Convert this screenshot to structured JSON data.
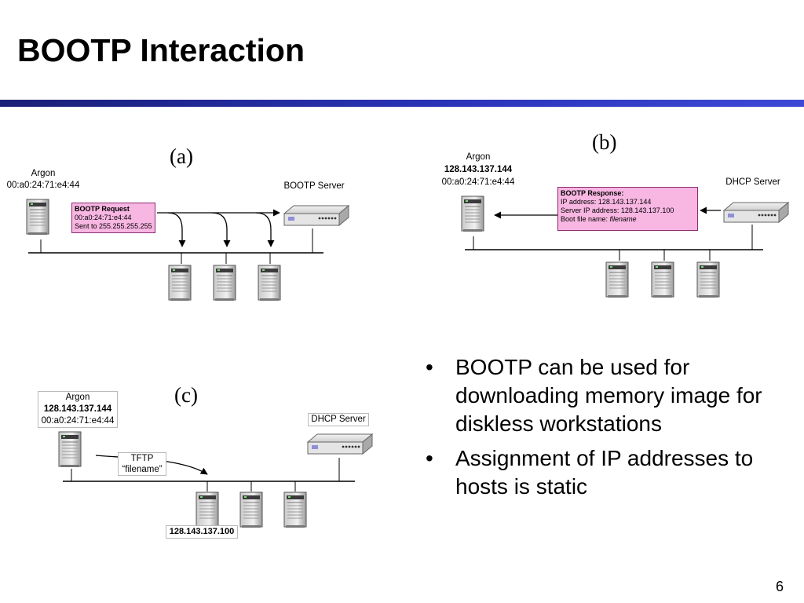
{
  "slide": {
    "title": "BOOTP Interaction",
    "page_number": "6"
  },
  "panel_a": {
    "label": "(a)",
    "client_name": "Argon",
    "client_mac": "00:a0:24:71:e4:44",
    "server_label": "BOOTP Server",
    "message": {
      "title": "BOOTP Request",
      "line1": "00:a0:24:71:e4:44",
      "line2": "Sent to 255.255.255.255"
    }
  },
  "panel_b": {
    "label": "(b)",
    "client_name": "Argon",
    "client_ip": "128.143.137.144",
    "client_mac": "00:a0:24:71:e4:44",
    "server_label": "DHCP Server",
    "message": {
      "title": "BOOTP  Response:",
      "line1": "IP address: 128.143.137.144",
      "line2": "Server IP address: 128.143.137.100",
      "line3_prefix": "Boot file name: ",
      "line3_value": "filename"
    }
  },
  "panel_c": {
    "label": "(c)",
    "client_name": "Argon",
    "client_ip": "128.143.137.144",
    "client_mac": "00:a0:24:71:e4:44",
    "server_label": "DHCP Server",
    "transfer_line1": "TFTP",
    "transfer_line2": "“filename”",
    "host_ip": "128.143.137.100"
  },
  "bullets": [
    "BOOTP can be used for downloading memory image for diskless workstations",
    "Assignment of IP addresses to hosts is static"
  ],
  "colors": {
    "title_rule": "#2a33b8",
    "message_box": "#f8b6e2"
  }
}
